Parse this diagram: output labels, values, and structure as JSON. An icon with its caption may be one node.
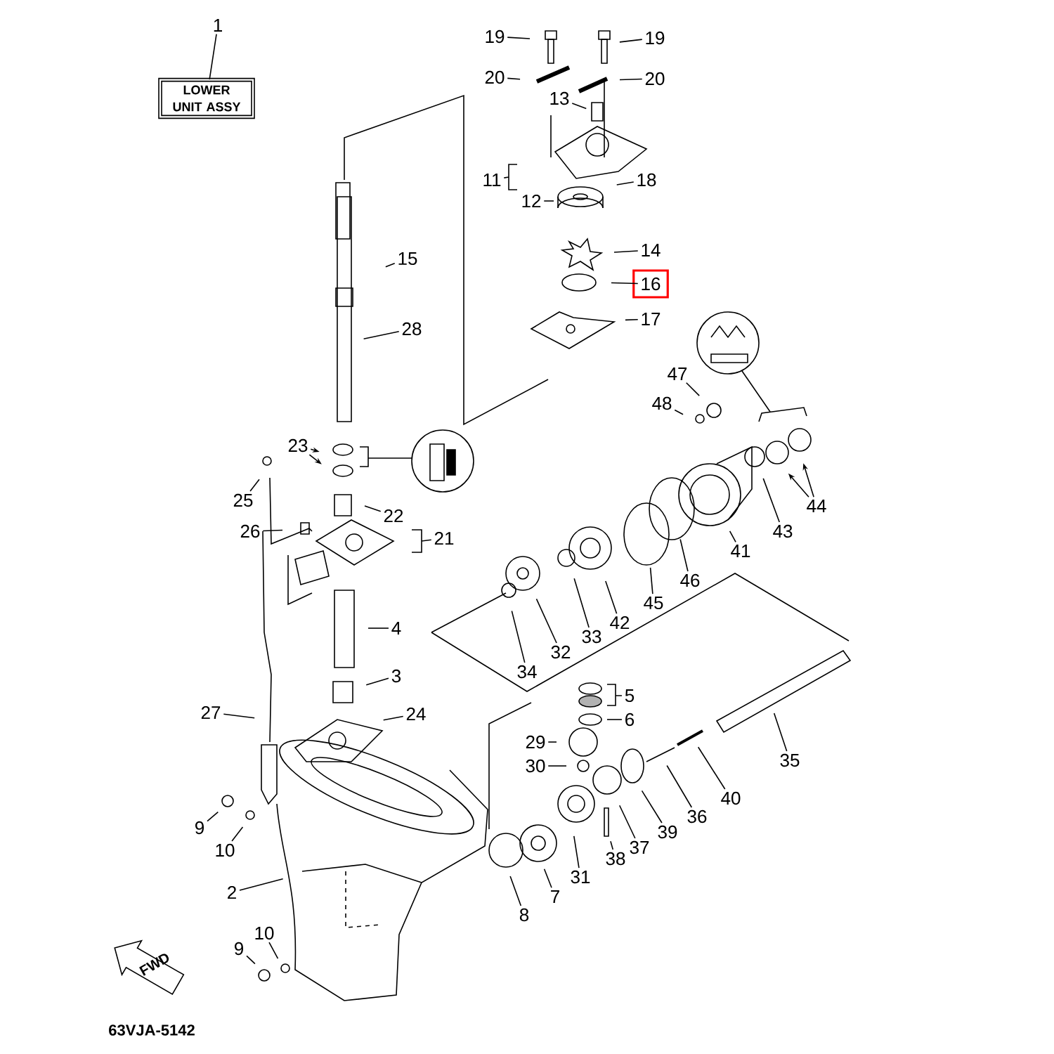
{
  "diagram": {
    "nodes": [
      {
        "text": [
          "1"
        ]
      },
      {
        "text": [
          "LOWER UNIT ASSY"
        ]
      },
      {
        "text": [
          "19"
        ]
      },
      {
        "text": [
          "19"
        ]
      },
      {
        "text": [
          "20"
        ]
      },
      {
        "text": [
          "20"
        ]
      },
      {
        "text": [
          "13"
        ]
      },
      {
        "text": [
          "11"
        ]
      },
      {
        "text": [
          "12"
        ]
      },
      {
        "text": [
          "18"
        ]
      },
      {
        "text": [
          "15"
        ]
      },
      {
        "text": [
          "14"
        ]
      },
      {
        "text": [
          "16"
        ]
      },
      {
        "text": [
          "17"
        ]
      },
      {
        "text": [
          "28"
        ]
      },
      {
        "text": [
          "23"
        ]
      },
      {
        "text": [
          "25"
        ]
      },
      {
        "text": [
          "22"
        ]
      },
      {
        "text": [
          "26"
        ]
      },
      {
        "text": [
          "21"
        ]
      },
      {
        "text": [
          "47"
        ]
      },
      {
        "text": [
          "48"
        ]
      },
      {
        "text": [
          "44"
        ]
      },
      {
        "text": [
          "43"
        ]
      },
      {
        "text": [
          "41"
        ]
      },
      {
        "text": [
          "46"
        ]
      },
      {
        "text": [
          "45"
        ]
      },
      {
        "text": [
          "42"
        ]
      },
      {
        "text": [
          "33"
        ]
      },
      {
        "text": [
          "32"
        ]
      },
      {
        "text": [
          "34"
        ]
      },
      {
        "text": [
          "4"
        ]
      },
      {
        "text": [
          "3"
        ]
      },
      {
        "text": [
          "5"
        ]
      },
      {
        "text": [
          "6"
        ]
      },
      {
        "text": [
          "27"
        ]
      },
      {
        "text": [
          "24"
        ]
      },
      {
        "text": [
          "29"
        ]
      },
      {
        "text": [
          "30"
        ]
      },
      {
        "text": [
          "35"
        ]
      },
      {
        "text": [
          "9"
        ]
      },
      {
        "text": [
          "10"
        ]
      },
      {
        "text": [
          "40"
        ]
      },
      {
        "text": [
          "36"
        ]
      },
      {
        "text": [
          "39"
        ]
      },
      {
        "text": [
          "37"
        ]
      },
      {
        "text": [
          "38"
        ]
      },
      {
        "text": [
          "31"
        ]
      },
      {
        "text": [
          "2"
        ]
      },
      {
        "text": [
          "7"
        ]
      },
      {
        "text": [
          "8"
        ]
      },
      {
        "text": [
          "10"
        ]
      },
      {
        "text": [
          "9"
        ]
      }
    ],
    "edges": [
      {
        "from": 0,
        "to": 1,
        "arrow": "none"
      },
      {
        "from": 2,
        "to": null,
        "arrow": "none"
      },
      {
        "from": 3,
        "to": null,
        "arrow": "none"
      },
      {
        "from": 4,
        "to": null,
        "arrow": "none"
      },
      {
        "from": 5,
        "to": null,
        "arrow": "none"
      },
      {
        "from": 6,
        "to": null,
        "arrow": "none"
      },
      {
        "from": 7,
        "to": null,
        "arrow": "none"
      },
      {
        "from": 8,
        "to": null,
        "arrow": "none"
      },
      {
        "from": 9,
        "to": null,
        "arrow": "none"
      },
      {
        "from": 10,
        "to": null,
        "arrow": "none"
      },
      {
        "from": 11,
        "to": null,
        "arrow": "none"
      },
      {
        "from": 12,
        "to": null,
        "arrow": "none"
      },
      {
        "from": 13,
        "to": null,
        "arrow": "none"
      },
      {
        "from": 14,
        "to": null,
        "arrow": "none"
      },
      {
        "from": 15,
        "to": null,
        "arrow": "to"
      },
      {
        "from": 15,
        "to": null,
        "arrow": "to"
      },
      {
        "from": 16,
        "to": null,
        "arrow": "none"
      },
      {
        "from": 17,
        "to": null,
        "arrow": "none"
      },
      {
        "from": 18,
        "to": null,
        "arrow": "none"
      },
      {
        "from": 19,
        "to": null,
        "arrow": "none"
      },
      {
        "from": 20,
        "to": null,
        "arrow": "none"
      },
      {
        "from": 21,
        "to": null,
        "arrow": "none"
      },
      {
        "from": 22,
        "to": null,
        "arrow": "to"
      },
      {
        "from": 22,
        "to": null,
        "arrow": "to"
      },
      {
        "from": 23,
        "to": null,
        "arrow": "none"
      },
      {
        "from": 24,
        "to": null,
        "arrow": "none"
      },
      {
        "from": 25,
        "to": null,
        "arrow": "none"
      },
      {
        "from": 26,
        "to": null,
        "arrow": "none"
      },
      {
        "from": 27,
        "to": null,
        "arrow": "none"
      },
      {
        "from": 28,
        "to": null,
        "arrow": "none"
      },
      {
        "from": 29,
        "to": null,
        "arrow": "none"
      },
      {
        "from": 30,
        "to": null,
        "arrow": "none"
      },
      {
        "from": 31,
        "to": null,
        "arrow": "none"
      },
      {
        "from": 32,
        "to": null,
        "arrow": "none"
      },
      {
        "from": 33,
        "to": null,
        "arrow": "none"
      },
      {
        "from": 34,
        "to": null,
        "arrow": "none"
      },
      {
        "from": 35,
        "to": null,
        "arrow": "none"
      },
      {
        "from": 36,
        "to": null,
        "arrow": "none"
      },
      {
        "from": 37,
        "to": null,
        "arrow": "none"
      },
      {
        "from": 38,
        "to": null,
        "arrow": "none"
      },
      {
        "from": 39,
        "to": null,
        "arrow": "none"
      },
      {
        "from": 40,
        "to": null,
        "arrow": "none"
      },
      {
        "from": 41,
        "to": null,
        "arrow": "none"
      },
      {
        "from": 42,
        "to": null,
        "arrow": "none"
      },
      {
        "from": 43,
        "to": null,
        "arrow": "none"
      },
      {
        "from": 44,
        "to": null,
        "arrow": "none"
      },
      {
        "from": 45,
        "to": null,
        "arrow": "none"
      },
      {
        "from": 46,
        "to": null,
        "arrow": "none"
      },
      {
        "from": 47,
        "to": null,
        "arrow": "none"
      },
      {
        "from": 48,
        "to": null,
        "arrow": "none"
      },
      {
        "from": 49,
        "to": null,
        "arrow": "none"
      },
      {
        "from": 50,
        "to": null,
        "arrow": "none"
      },
      {
        "from": 51,
        "to": null,
        "arrow": "none"
      },
      {
        "from": 52,
        "to": null,
        "arrow": "none"
      }
    ],
    "labels": [
      "FWD",
      "63VJA-5142"
    ]
  }
}
